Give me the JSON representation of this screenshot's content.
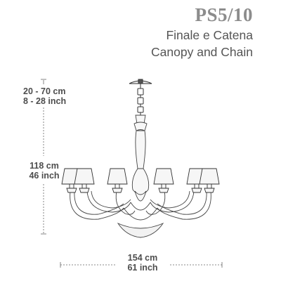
{
  "header": {
    "model": "PS5/10",
    "subtitle_it": "Finale e Catena",
    "subtitle_en": "Canopy and Chain"
  },
  "dimensions": {
    "chain_cm": "20 - 70 cm",
    "chain_inch": "8 - 28 inch",
    "height_cm": "118 cm",
    "height_inch": "46 inch",
    "width_cm": "154 cm",
    "width_inch": "61 inch"
  }
}
